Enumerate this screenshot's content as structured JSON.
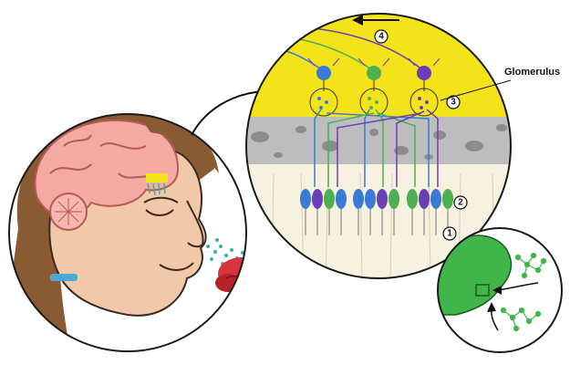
{
  "labels": {
    "glomerulus": "Glomerulus",
    "step_1": "1",
    "step_2": "2",
    "step_3": "3",
    "step_4": "4"
  },
  "colors": {
    "skin": "#f2c9a8",
    "hair": "#8a5a33",
    "brain": "#f4a9a2",
    "bulb_yellow": "#f5e31a",
    "bone_gray": "#bdbdbd",
    "epithelium": "#f7f1df",
    "neuron_blue": "#3a7bd5",
    "neuron_green": "#4caf50",
    "neuron_purple": "#6a3fb5",
    "receptor_cell": "#3fb54a",
    "flower": "#d9343b",
    "odor_dots": "#3fb0a0"
  }
}
